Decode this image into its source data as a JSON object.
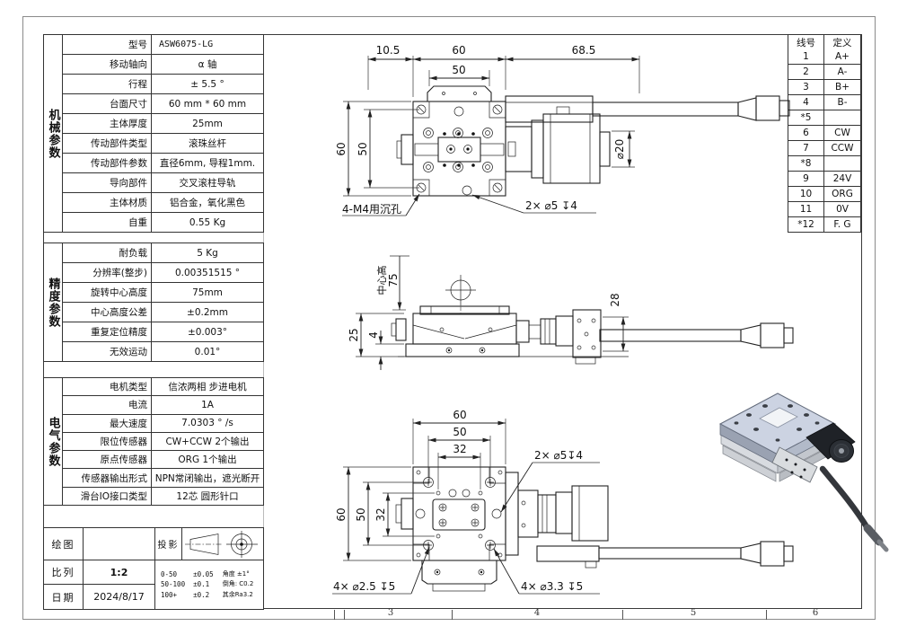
{
  "sheet": {
    "zones": [
      "3",
      "4",
      "5",
      "6"
    ]
  },
  "spec_table": {
    "sections": [
      {
        "group": "机械参数",
        "rows": [
          {
            "label": "型号",
            "value": "ASW6075-LG"
          },
          {
            "label": "移动轴向",
            "value": "α 轴"
          },
          {
            "label": "行程",
            "value": "± 5.5 °"
          },
          {
            "label": "台面尺寸",
            "value": "60 mm * 60 mm"
          },
          {
            "label": "主体厚度",
            "value": "25mm"
          },
          {
            "label": "传动部件类型",
            "value": "滚珠丝杆"
          },
          {
            "label": "传动部件参数",
            "value": "直径6mm, 导程1mm."
          },
          {
            "label": "导向部件",
            "value": "交叉滚柱导轨"
          },
          {
            "label": "主体材质",
            "value": "铝合金，氧化黑色"
          },
          {
            "label": "自重",
            "value": "0.55 Kg"
          }
        ]
      },
      {
        "group": "精度参数",
        "rows": [
          {
            "label": "耐负载",
            "value": "5 Kg"
          },
          {
            "label": "分辨率(整步)",
            "value": "0.00351515 °"
          },
          {
            "label": "旋转中心高度",
            "value": "75mm"
          },
          {
            "label": "中心高度公差",
            "value": "±0.2mm"
          },
          {
            "label": "重复定位精度",
            "value": "±0.003°"
          },
          {
            "label": "无效运动",
            "value": "0.01°"
          }
        ]
      },
      {
        "group": "电气参数",
        "rows": [
          {
            "label": "电机类型",
            "value": "信浓两相 步进电机"
          },
          {
            "label": "电流",
            "value": "1A"
          },
          {
            "label": "最大速度",
            "value": "7.0303 ° /s"
          },
          {
            "label": "限位传感器",
            "value": "CW+CCW 2个输出"
          },
          {
            "label": "原点传感器",
            "value": "ORG 1个输出"
          },
          {
            "label": "传感器输出形式",
            "value": "NPN常闭输出，遮光断开"
          },
          {
            "label": "滑台IO接口类型",
            "value": "12芯 圆形针口"
          }
        ]
      }
    ]
  },
  "title_block": {
    "draw_label": "绘图",
    "draw_value": "",
    "projection_label": "投影",
    "scale_label": "比列",
    "scale_value": "1:2",
    "date_label": "日期",
    "date_value": "2024/8/17",
    "tolerance_lines": "0-50    ±0.05\n50-100  ±0.1\n100+    ±0.2",
    "note_lines": "角度 ±1°\n倒角: C0.2\n其余Ra3.2"
  },
  "wire_table": {
    "headers": [
      "线号",
      "定义"
    ],
    "rows": [
      [
        "1",
        "A+"
      ],
      [
        "2",
        "A-"
      ],
      [
        "3",
        "B+"
      ],
      [
        "4",
        "B-"
      ],
      [
        "*5",
        ""
      ],
      [
        "6",
        "CW"
      ],
      [
        "7",
        "CCW"
      ],
      [
        "*8",
        ""
      ],
      [
        "9",
        "24V"
      ],
      [
        "10",
        "ORG"
      ],
      [
        "11",
        "0V"
      ],
      [
        "*12",
        "F. G"
      ]
    ]
  },
  "drawing": {
    "top": {
      "d_105": "10.5",
      "d_60h": "60",
      "d_685": "68.5",
      "d_50h": "50",
      "d_60v": "60",
      "d_50v": "50",
      "d_dia20": "⌀20",
      "l_counterbore": "4-M4用沉孔",
      "l_2xd5": "2× ⌀5 ↧4"
    },
    "side": {
      "l_center_height": "中心高",
      "d_75": "75",
      "d_25": "25",
      "d_4": "4",
      "d_28": "28"
    },
    "bottom": {
      "d_60h": "60",
      "d_50h": "50",
      "d_32h": "32",
      "d_60v": "60",
      "d_50v": "50",
      "d_32v": "32",
      "l_2xd5": "2× ⌀5↧4",
      "l_4xd25": "4× ⌀2.5 ↧5",
      "l_4xd33": "4× ⌀3.3 ↧5"
    }
  }
}
